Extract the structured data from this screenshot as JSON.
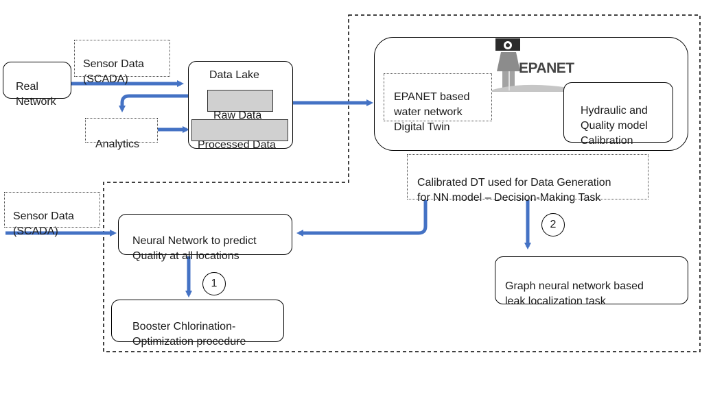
{
  "nodes": {
    "real_network": "Real\nNetwork",
    "sensor_data_top": "Sensor Data\n(SCADA)",
    "data_lake": "Data Lake",
    "raw_data": "Raw Data",
    "processed_data": "Processed Data",
    "analytics": "Analytics",
    "epanet_dt": "EPANET based\nwater network\nDigital Twin",
    "calibration": "Hydraulic and\nQuality model\nCalibration",
    "calibrated_dt": "Calibrated DT used for Data Generation\nfor NN model – Decision-Making Task",
    "sensor_data_bottom": "Sensor Data\n(SCADA)",
    "neural_network": "Neural Network to predict\nQuality at all locations",
    "booster": "Booster Chlorination-\nOptimization procedure",
    "gnn_leak": "Graph neural network based\nleak localization task"
  },
  "markers": {
    "one": "1",
    "two": "2"
  },
  "logo": {
    "text": "EPANET",
    "icon": "water-tower-icon"
  },
  "colors": {
    "arrow": "#4472c4",
    "gray_fill": "#d0d0d0"
  }
}
